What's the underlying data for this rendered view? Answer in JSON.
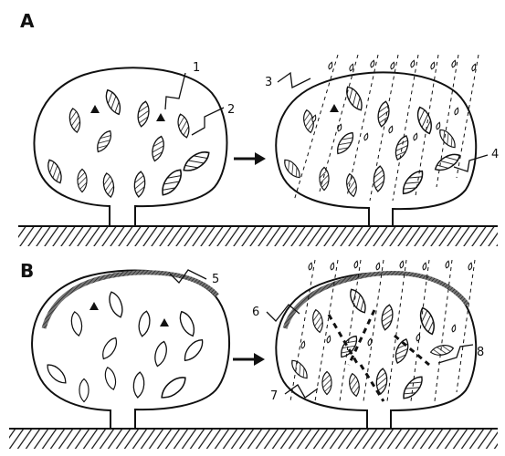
{
  "panels": {
    "a": "A",
    "b": "B"
  },
  "callouts": {
    "c1": "1",
    "c2": "2",
    "c3": "3",
    "c4": "4",
    "c5": "5",
    "c6": "6",
    "c7": "7",
    "c8": "8"
  },
  "colors": {
    "ink": "#111111",
    "paper": "#ffffff"
  }
}
